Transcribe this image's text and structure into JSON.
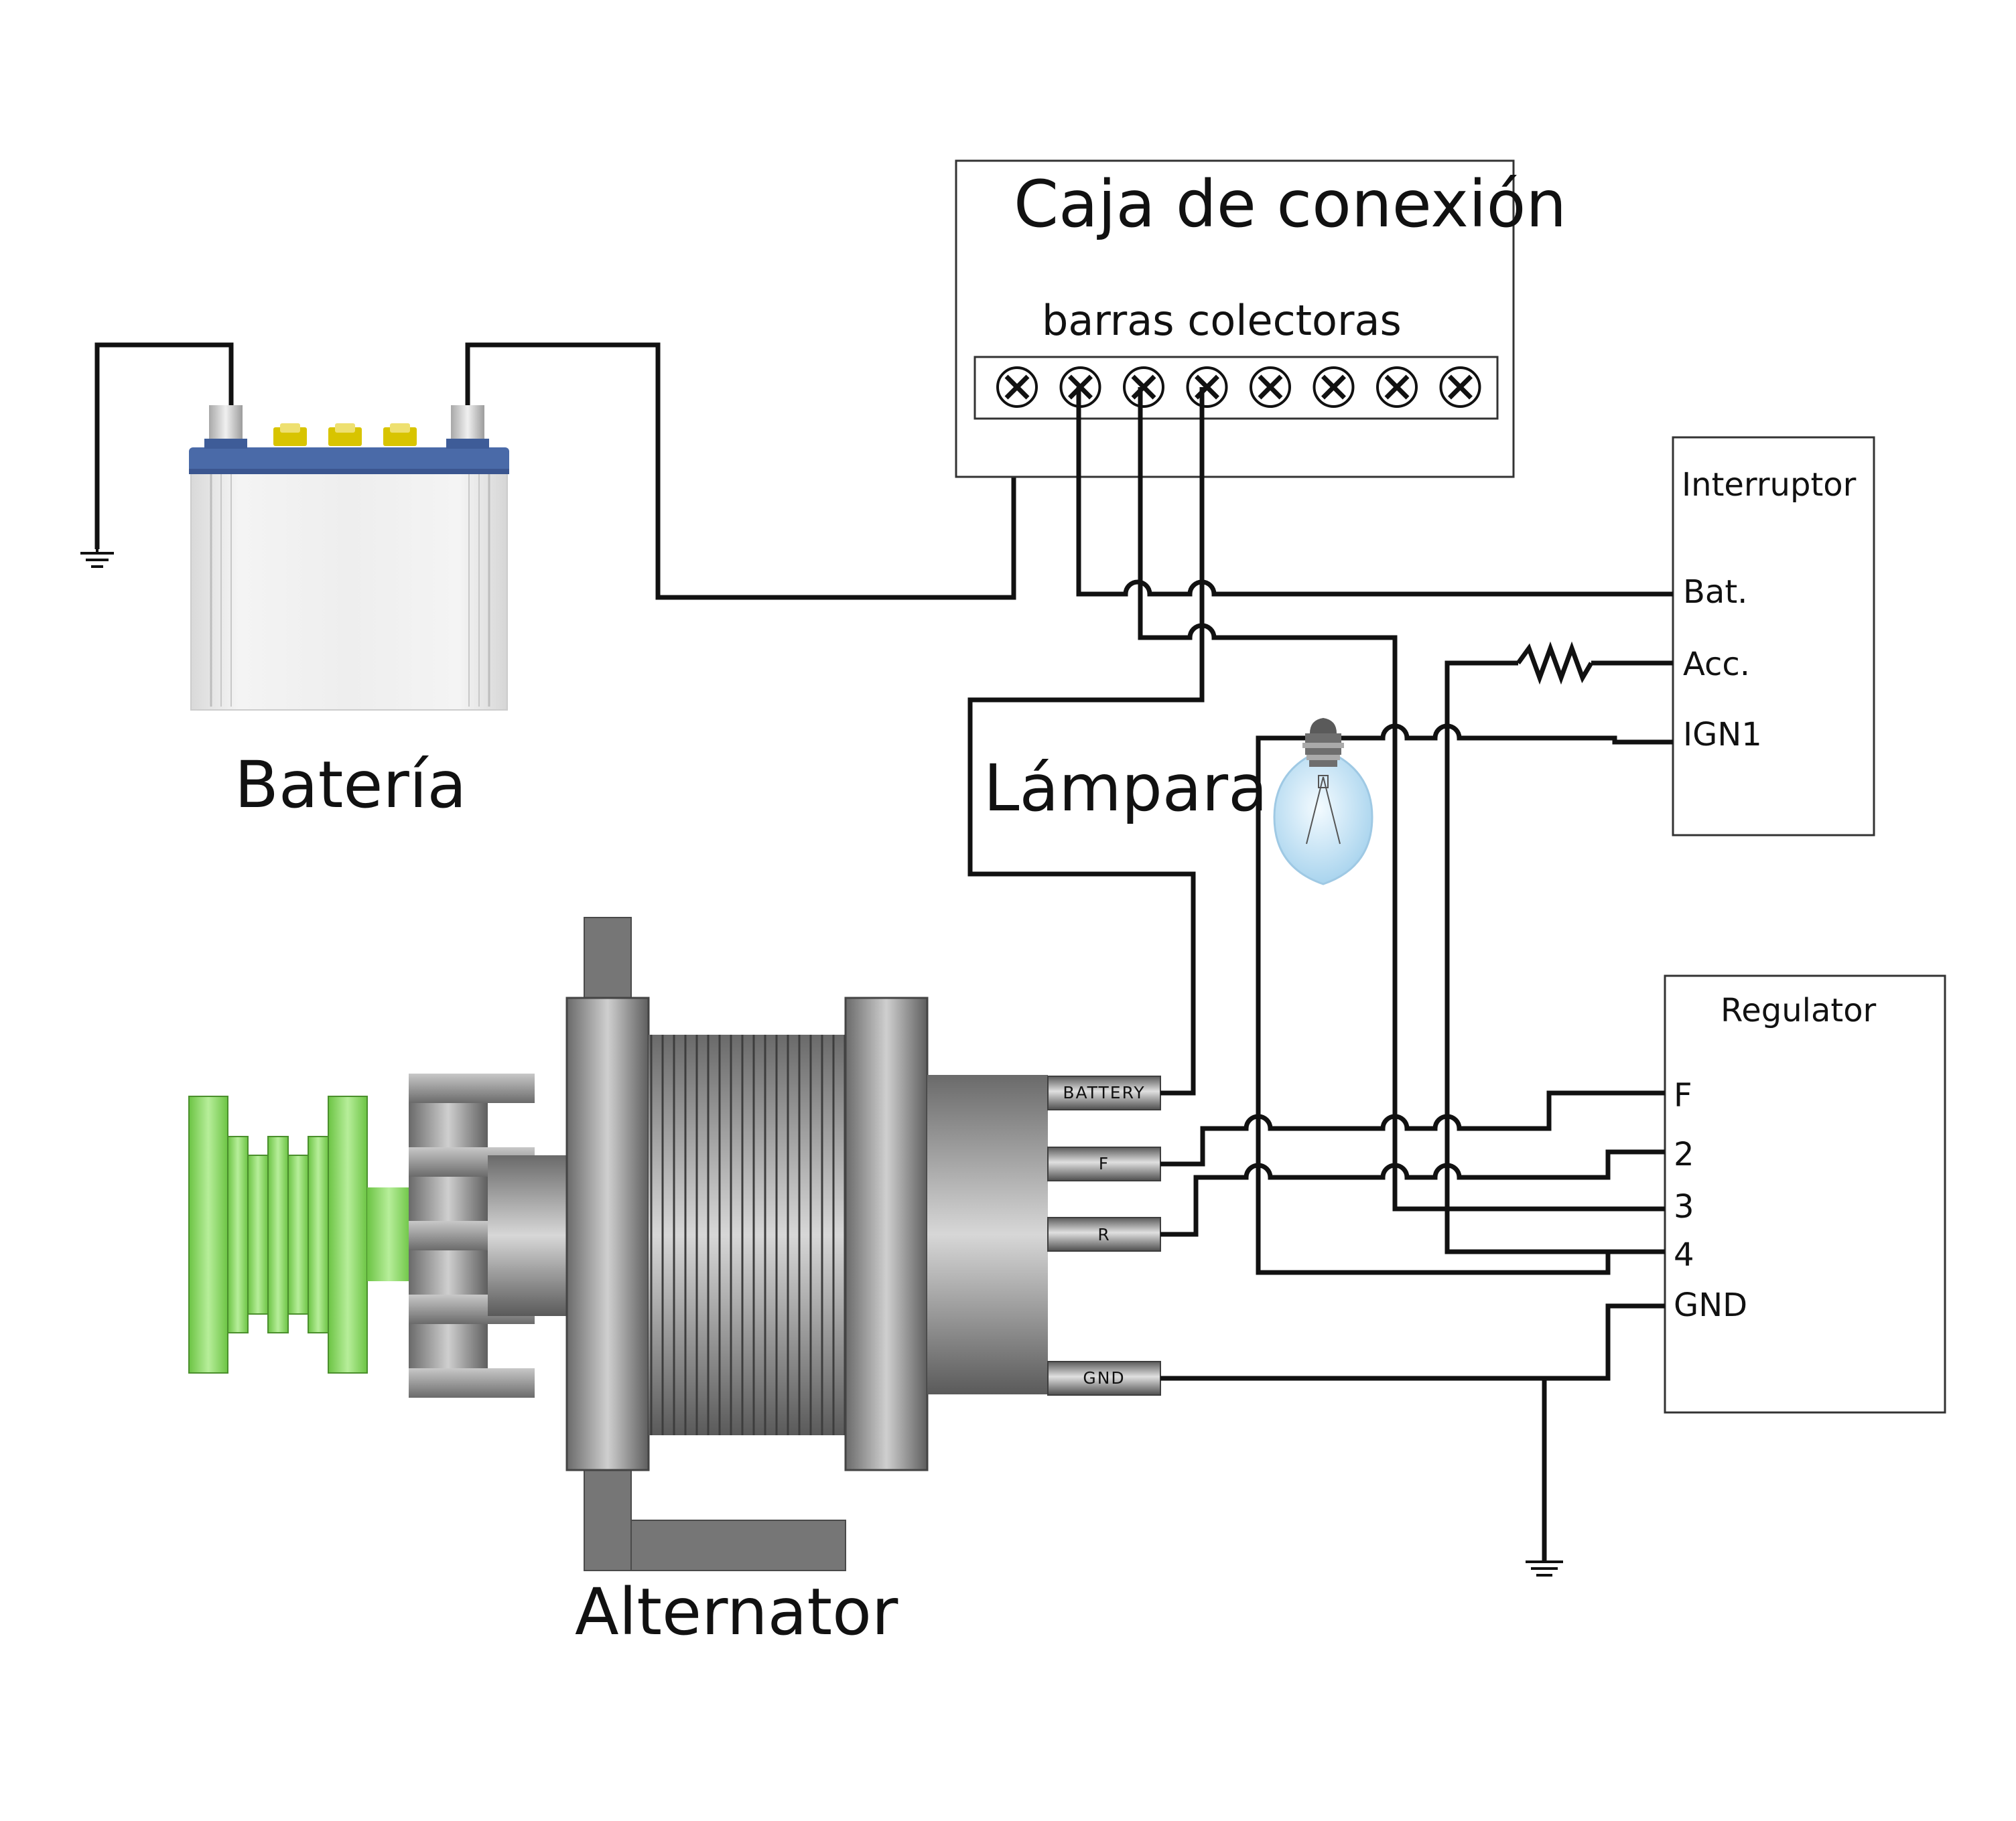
{
  "components": {
    "battery": {
      "label": "Batería"
    },
    "alternator": {
      "label": "Alternator",
      "terminals": [
        "BATTERY",
        "F",
        "R",
        "GND"
      ]
    },
    "lamp": {
      "label": "Lámpara"
    },
    "junction_box": {
      "title": "Caja de conexión",
      "busbar_label": "barras colectoras",
      "busbar_terminal_count": 8
    },
    "switch": {
      "title": "Interruptor",
      "terminals": [
        "Bat.",
        "Acc.",
        "IGN1"
      ]
    },
    "regulator": {
      "title": "Regulator",
      "terminals": [
        "F",
        "2",
        "3",
        "4",
        "GND"
      ]
    }
  },
  "icons": [
    "ground-symbol-icon",
    "resistor-icon",
    "light-bulb-icon",
    "screw-terminal-icon"
  ],
  "colors": {
    "wire": "#111111",
    "battery_lid": "#4a6aa8",
    "battery_terminal_cap": "#d8c400",
    "pulley": "#8fd86a",
    "alternator_body": "#8a8a8a",
    "bulb_glass": "#cfe8f7"
  }
}
